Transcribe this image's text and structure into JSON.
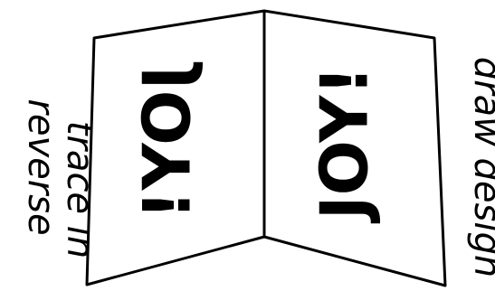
{
  "labels": {
    "left_line1": "trace in",
    "left_line2": "reverse",
    "right": "draw design"
  },
  "card": {
    "left_panel_text": "JOY!",
    "right_panel_text": "JOY!"
  },
  "colors": {
    "ink": "#000000",
    "paper": "#ffffff"
  }
}
